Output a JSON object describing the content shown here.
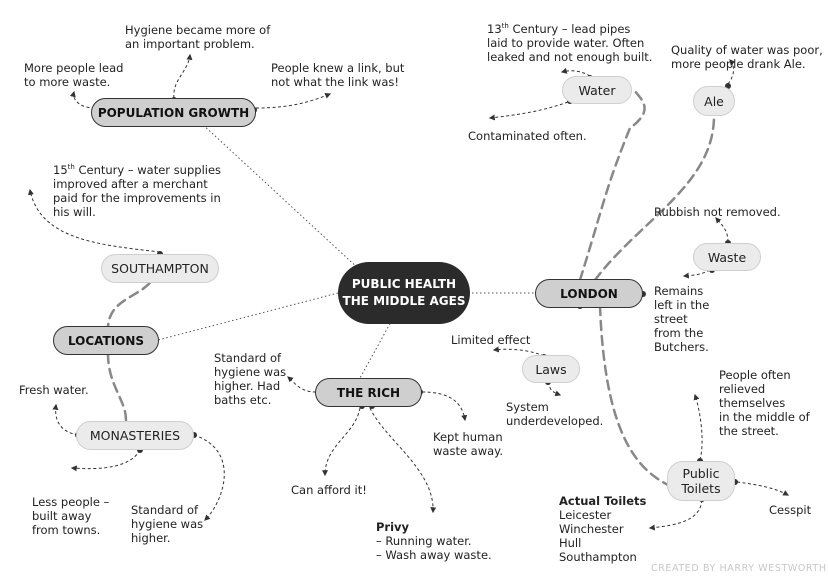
{
  "center": {
    "line1": "PUBLIC HEALTH",
    "line2": "THE MIDDLE AGES"
  },
  "nodes": {
    "population_growth": "POPULATION GROWTH",
    "locations": "LOCATIONS",
    "southampton": "SOUTHAMPTON",
    "monasteries": "MONASTERIES",
    "the_rich": "THE RICH",
    "london": "LONDON",
    "water": "Water",
    "ale": "Ale",
    "waste": "Waste",
    "laws": "Laws",
    "public_toilets_1": "Public",
    "public_toilets_2": "Toilets"
  },
  "notes": {
    "more_people": [
      "More people lead",
      "to more waste."
    ],
    "hygiene_problem": [
      "Hygiene became more of",
      "an important problem."
    ],
    "link": [
      "People knew a link, but",
      "not what the link was!"
    ],
    "southampton_note": {
      "sup": "th",
      "line1_num": "15",
      "line1_rest": " Century – water supplies",
      "rest": [
        "improved after a merchant",
        "paid for the improvements in",
        "his will."
      ]
    },
    "fresh_water": "Fresh water.",
    "less_people": [
      "Less people –",
      "built away",
      "from towns."
    ],
    "standard_monasteries": [
      "Standard of",
      "hygiene was",
      "higher."
    ],
    "standard_rich": [
      "Standard of",
      "hygiene was",
      "higher. Had",
      "baths etc."
    ],
    "afford": "Can afford it!",
    "kept_waste": [
      "Kept human",
      "waste away."
    ],
    "privy": {
      "title": "Privy",
      "items": [
        "–   Running water.",
        "–   Wash away waste."
      ]
    },
    "lead_pipes": {
      "num": "13",
      "sup": "th",
      "line1_rest": " Century – lead pipes",
      "rest": [
        "laid to provide water. Often",
        "leaked and not enough built."
      ]
    },
    "contaminated": "Contaminated often.",
    "quality_water": [
      "Quality of water was poor,",
      "more people drank Ale."
    ],
    "rubbish": "Rubbish not removed.",
    "remains": [
      "Remains",
      "left in the",
      "street",
      "from the",
      "Butchers."
    ],
    "limited": "Limited effect",
    "system": [
      "System",
      "underdeveloped."
    ],
    "relieved": [
      "People often",
      "relieved",
      "themselves",
      "in the middle of",
      "the street."
    ],
    "cesspit": "Cesspit",
    "actual_toilets": {
      "title": "Actual Toilets",
      "items": [
        "Leicester",
        "Winchester",
        "Hull",
        "Southampton"
      ]
    }
  },
  "credit": "CREATED BY HARRY WESTWORTH"
}
